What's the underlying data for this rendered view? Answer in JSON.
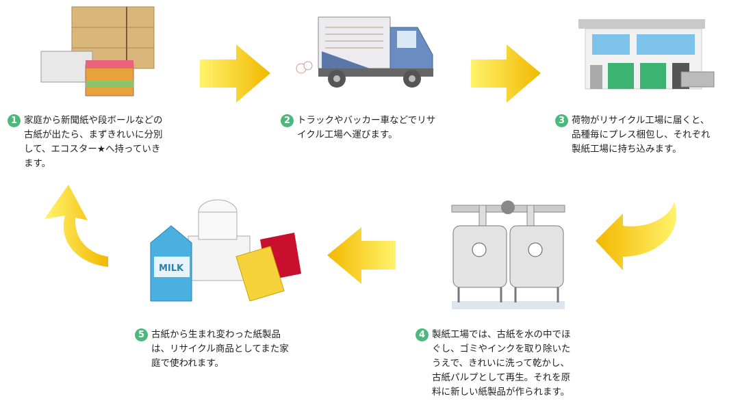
{
  "steps": [
    {
      "num": "1",
      "lines": [
        "家庭から新聞紙や段ボールなどの",
        "古紙が出たら、まずきれいに分別",
        "して、エコスター★へ持っていき",
        "ます。"
      ]
    },
    {
      "num": "2",
      "lines": [
        "トラックやバッカー車などでリサ",
        "イクル工場へ運びます。"
      ]
    },
    {
      "num": "3",
      "lines": [
        "荷物がリサイクル工場に届くと、",
        "品種毎にプレス梱包し、それぞれ",
        "製紙工場に持ち込みます。"
      ]
    },
    {
      "num": "4",
      "lines": [
        "製紙工場では、古紙を水の中でほ",
        "ぐし、ゴミやインクを取り除いた",
        "うえで、きれいに洗って乾かし、",
        "古紙パルプとして再生。それを原",
        "料に新しい紙製品が作られます。"
      ]
    },
    {
      "num": "5",
      "lines": [
        "古紙から生まれ変わった紙製品",
        "は、リサイクル商品としてまた家",
        "庭で使われます。"
      ]
    }
  ],
  "milk_label": "MILK",
  "colors": {
    "badge": "#4db87c",
    "arrow": "#f5d100"
  }
}
